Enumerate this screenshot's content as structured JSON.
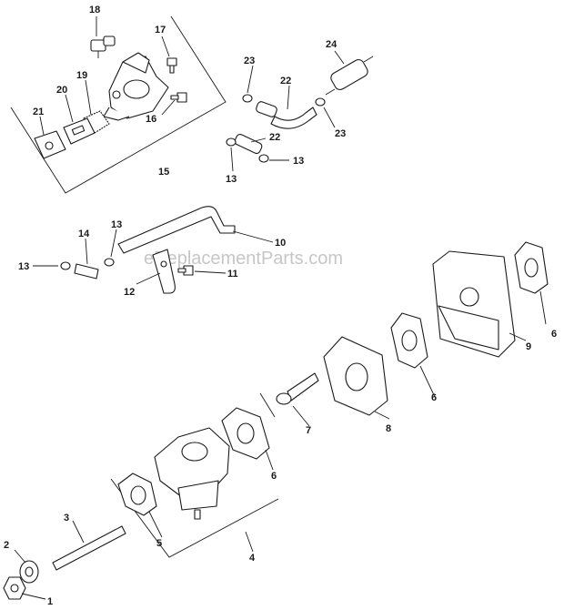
{
  "watermark": "eReplacementParts.com",
  "callouts": {
    "c1": "1",
    "c2": "2",
    "c3": "3",
    "c4": "4",
    "c5": "5",
    "c6a": "6",
    "c6b": "6",
    "c6c": "6",
    "c7": "7",
    "c8": "8",
    "c9": "9",
    "c10": "10",
    "c11": "11",
    "c12": "12",
    "c13a": "13",
    "c13b": "13",
    "c13c": "13",
    "c13d": "13",
    "c14": "14",
    "c15": "15",
    "c16": "16",
    "c17": "17",
    "c18": "18",
    "c19": "19",
    "c20": "20",
    "c21": "21",
    "c22a": "22",
    "c22b": "22",
    "c23a": "23",
    "c23b": "23",
    "c24": "24"
  }
}
